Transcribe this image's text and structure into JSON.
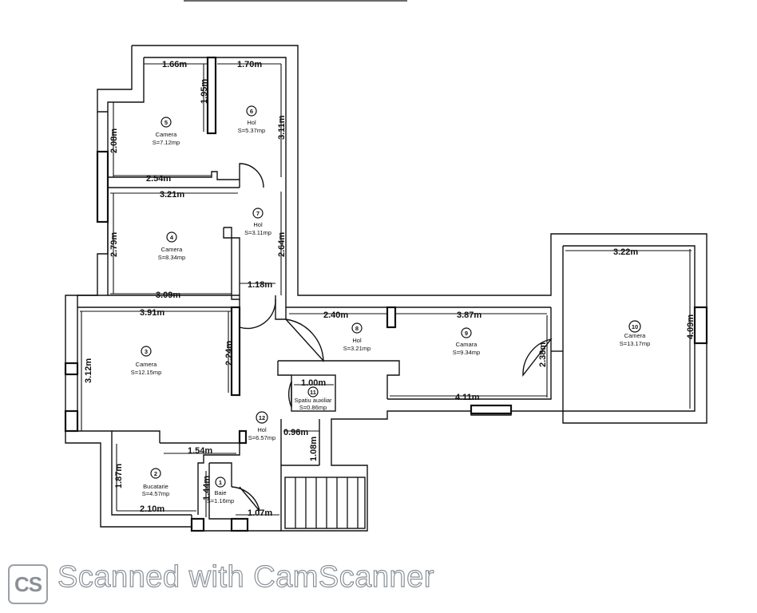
{
  "rooms": [
    {
      "number": "1",
      "name": "Baie",
      "area": "S=1.16mp"
    },
    {
      "number": "2",
      "name": "Bucatarie",
      "area": "S=4.57mp"
    },
    {
      "number": "3",
      "name": "Camera",
      "area": "S=12.15mp"
    },
    {
      "number": "4",
      "name": "Camera",
      "area": "S=8.34mp"
    },
    {
      "number": "5",
      "name": "Camera",
      "area": "S=7.12mp"
    },
    {
      "number": "6",
      "name": "Hol",
      "area": "S=5.37mp"
    },
    {
      "number": "7",
      "name": "Hol",
      "area": "S=3.11mp"
    },
    {
      "number": "8",
      "name": "Hol",
      "area": "S=3.21mp"
    },
    {
      "number": "9",
      "name": "Camara",
      "area": "S=9.34mp"
    },
    {
      "number": "10",
      "name": "Camera",
      "area": "S=13.17mp"
    },
    {
      "number": "11",
      "name": "Spatiu auxiliar",
      "area": "S=0.86mp"
    },
    {
      "number": "12",
      "name": "Hol",
      "area": "S=6.57mp"
    }
  ],
  "dimensions": {
    "d_166": "1.66m",
    "d_170": "1.70m",
    "d_195": "1.95m",
    "d_311a": "3.11m",
    "d_208": "2.08m",
    "d_254": "2.54m",
    "d_321": "3.21m",
    "d_279": "2.79m",
    "d_264": "2.64m",
    "d_309": "3.09m",
    "d_118": "1.18m",
    "d_391": "3.91m",
    "d_224": "2.24m",
    "d_312": "3.12m",
    "d_240": "2.40m",
    "d_387": "3.87m",
    "d_322": "3.22m",
    "d_409": "4.09m",
    "d_238": "2.38m",
    "d_411": "4.11m",
    "d_100": "1.00m",
    "d_096": "0.96m",
    "d_108": "1.08m",
    "d_154": "1.54m",
    "d_187": "1.87m",
    "d_210": "2.10m",
    "d_144": "1.44m",
    "d_107": "1.07m"
  },
  "footer": {
    "logo": "CS",
    "text": "Scanned with CamScanner"
  }
}
